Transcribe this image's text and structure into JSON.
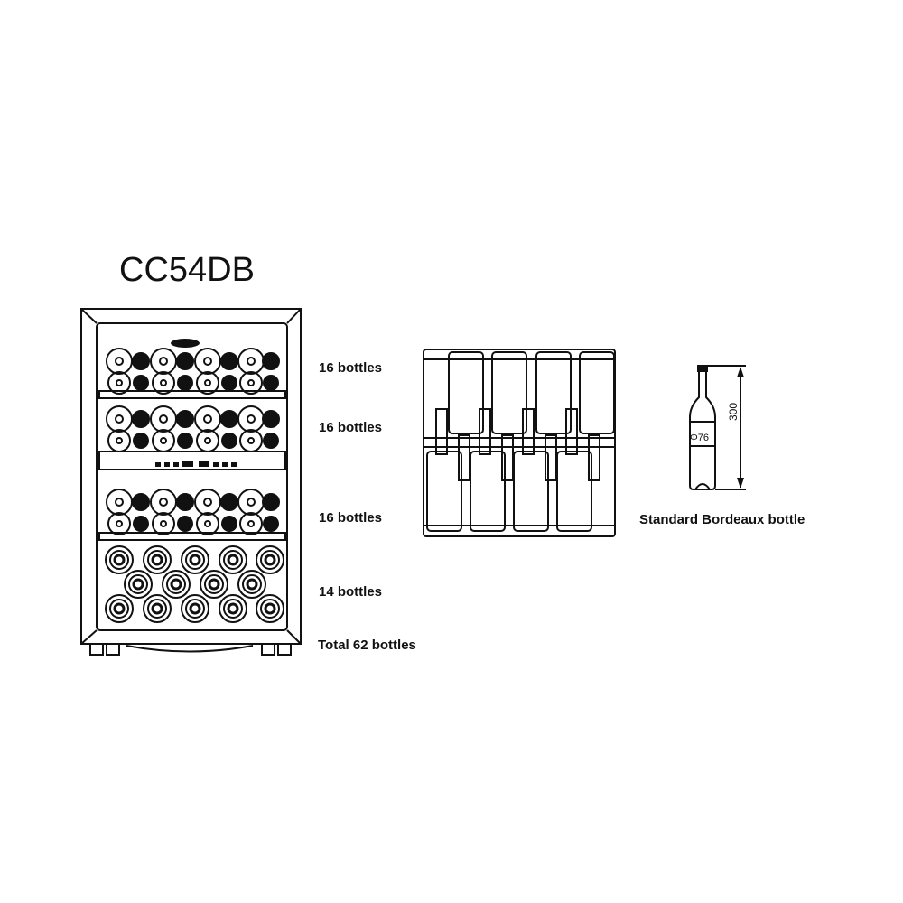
{
  "title": "CC54DB",
  "shelves": [
    {
      "label": "16 bottles",
      "count": 16
    },
    {
      "label": "16 bottles",
      "count": 16
    },
    {
      "label": "16 bottles",
      "count": 16
    },
    {
      "label": "14 bottles",
      "count": 14
    }
  ],
  "total_label": "Total 62 bottles",
  "bottle": {
    "diameter_label": "Φ76",
    "height_label": "300",
    "caption": "Standard Bordeaux bottle"
  }
}
